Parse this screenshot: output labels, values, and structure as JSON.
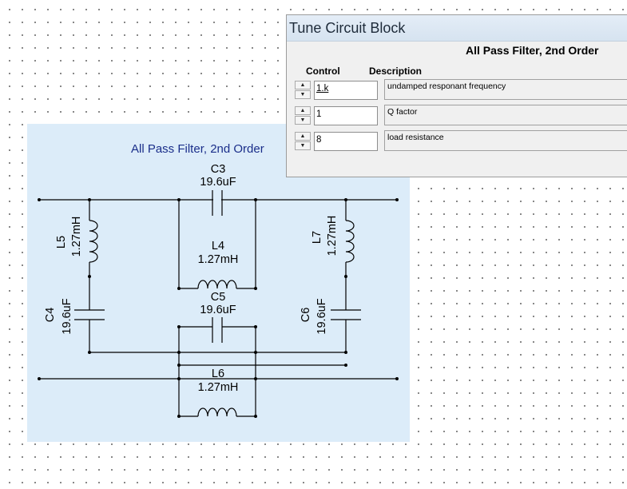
{
  "schematic": {
    "title": "All Pass Filter, 2nd Order",
    "components": {
      "c3": {
        "name": "C3",
        "value": "19.6uF"
      },
      "l4": {
        "name": "L4",
        "value": "1.27mH"
      },
      "c5": {
        "name": "C5",
        "value": "19.6uF"
      },
      "l6": {
        "name": "L6",
        "value": "1.27mH"
      },
      "l5": {
        "name": "L5",
        "value": "1.27mH"
      },
      "c4": {
        "name": "C4",
        "value": "19.6uF"
      },
      "l7": {
        "name": "L7",
        "value": "1.27mH"
      },
      "c6": {
        "name": "C6",
        "value": "19.6uF"
      }
    }
  },
  "dialog": {
    "title": "Tune Circuit Block",
    "heading": "All Pass Filter, 2nd Order",
    "columns": {
      "control": "Control",
      "description": "Description"
    },
    "rows": [
      {
        "value": "1.k",
        "description": "undamped responant frequency"
      },
      {
        "value": "1",
        "description": "Q factor"
      },
      {
        "value": "8",
        "description": "load resistance"
      }
    ],
    "spinner": {
      "up": "▲",
      "down": "▼"
    }
  }
}
